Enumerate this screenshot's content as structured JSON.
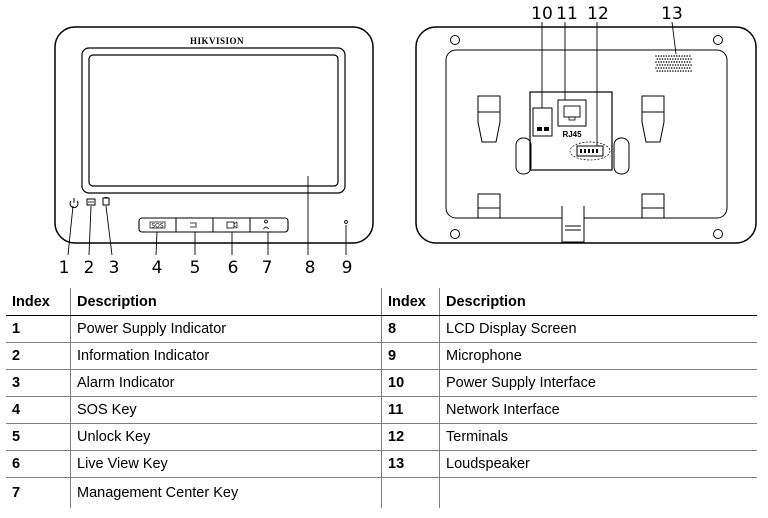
{
  "front_panel": {
    "logo_text": "HIKVISION",
    "sos_key_text": "SOS",
    "callouts": [
      "1",
      "2",
      "3",
      "4",
      "5",
      "6",
      "7",
      "8",
      "9"
    ]
  },
  "rear_panel": {
    "network_port_text": "RJ45",
    "callouts": [
      "10",
      "11",
      "12",
      "13"
    ]
  },
  "table": {
    "headers": [
      "Index",
      "Description",
      "Index",
      "Description"
    ],
    "rows": [
      {
        "index_left": "1",
        "desc_left": "Power Supply Indicator",
        "index_right": "8",
        "desc_right": "LCD Display Screen"
      },
      {
        "index_left": "2",
        "desc_left": "Information Indicator",
        "index_right": "9",
        "desc_right": "Microphone"
      },
      {
        "index_left": "3",
        "desc_left": "Alarm Indicator",
        "index_right": "10",
        "desc_right": "Power Supply Interface"
      },
      {
        "index_left": "4",
        "desc_left": "SOS Key",
        "index_right": "11",
        "desc_right": "Network Interface"
      },
      {
        "index_left": "5",
        "desc_left": "Unlock Key",
        "index_right": "12",
        "desc_right": "Terminals"
      },
      {
        "index_left": "6",
        "desc_left": "Live View Key",
        "index_right": "13",
        "desc_right": "Loudspeaker"
      },
      {
        "index_left": "7",
        "desc_left": "Management Center Key",
        "index_right": "",
        "desc_right": ""
      }
    ]
  }
}
